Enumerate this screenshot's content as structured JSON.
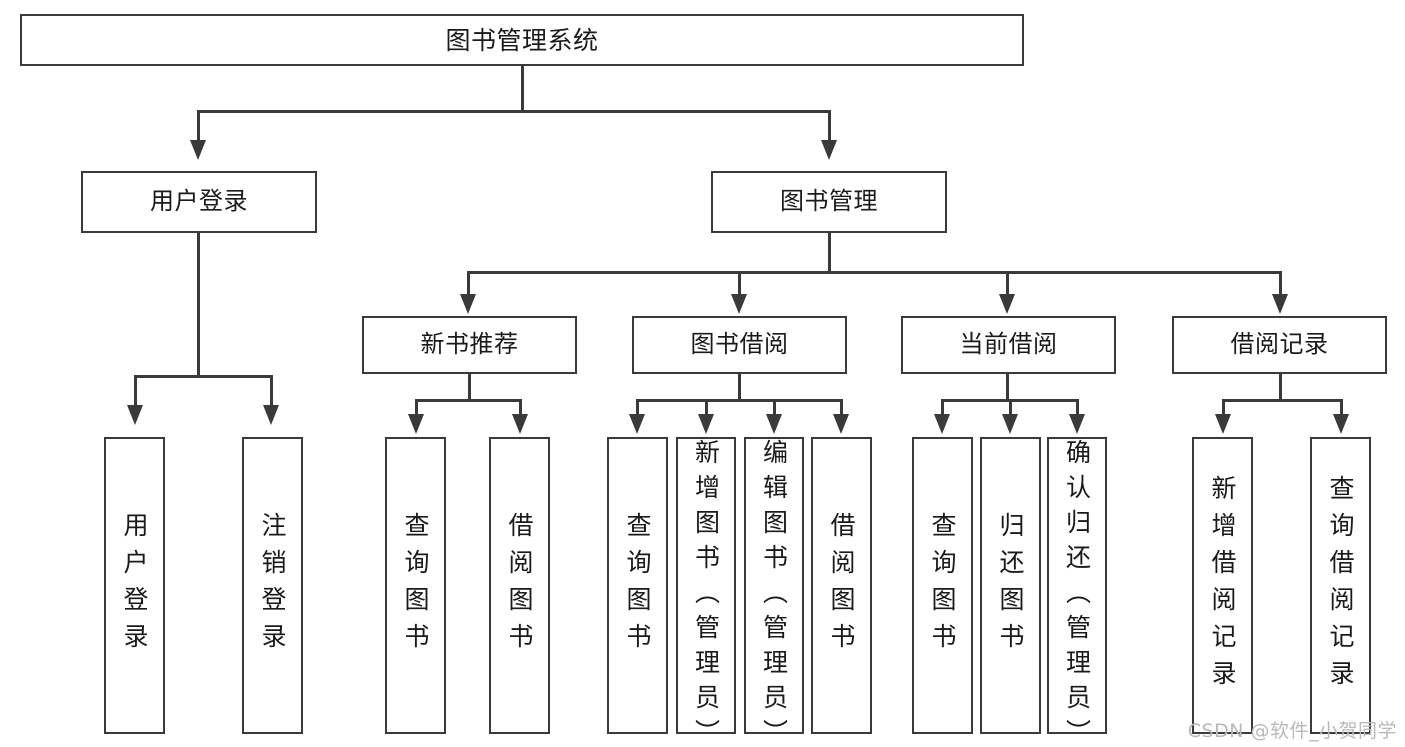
{
  "diagram": {
    "title": "图书管理系统",
    "type": "tree",
    "root": {
      "id": "root",
      "label": "图书管理系统"
    },
    "level2": [
      {
        "id": "user-login",
        "label": "用户登录"
      },
      {
        "id": "book-management",
        "label": "图书管理"
      }
    ],
    "level3": [
      {
        "id": "new-book-recommend",
        "label": "新书推荐",
        "parent": "book-management"
      },
      {
        "id": "book-borrow",
        "label": "图书借阅",
        "parent": "book-management"
      },
      {
        "id": "current-borrow",
        "label": "当前借阅",
        "parent": "book-management"
      },
      {
        "id": "borrow-record",
        "label": "借阅记录",
        "parent": "book-management"
      }
    ],
    "leaves": [
      {
        "id": "leaf-user-login",
        "label": "用户登录",
        "parent": "user-login"
      },
      {
        "id": "leaf-logout",
        "label": "注销登录",
        "parent": "user-login"
      },
      {
        "id": "leaf-query-book-1",
        "label": "查询图书",
        "parent": "new-book-recommend"
      },
      {
        "id": "leaf-borrow-book-1",
        "label": "借阅图书",
        "parent": "new-book-recommend"
      },
      {
        "id": "leaf-query-book-2",
        "label": "查询图书",
        "parent": "book-borrow"
      },
      {
        "id": "leaf-add-book",
        "label": "新增图书（管理员）",
        "parent": "book-borrow"
      },
      {
        "id": "leaf-edit-book",
        "label": "编辑图书（管理员）",
        "parent": "book-borrow"
      },
      {
        "id": "leaf-borrow-book-2",
        "label": "借阅图书",
        "parent": "book-borrow"
      },
      {
        "id": "leaf-query-book-3",
        "label": "查询图书",
        "parent": "current-borrow"
      },
      {
        "id": "leaf-return-book",
        "label": "归还图书",
        "parent": "current-borrow"
      },
      {
        "id": "leaf-confirm-return",
        "label": "确认归还（管理员）",
        "parent": "current-borrow"
      },
      {
        "id": "leaf-add-record",
        "label": "新增借阅记录",
        "parent": "borrow-record"
      },
      {
        "id": "leaf-query-record",
        "label": "查询借阅记录",
        "parent": "borrow-record"
      }
    ]
  },
  "watermark": {
    "text": "CSDN @软件_小贺同学"
  },
  "colors": {
    "stroke": "#3a3a3a",
    "background": "#ffffff",
    "text": "#1a1a1a",
    "watermark": "#b9b9b9"
  }
}
